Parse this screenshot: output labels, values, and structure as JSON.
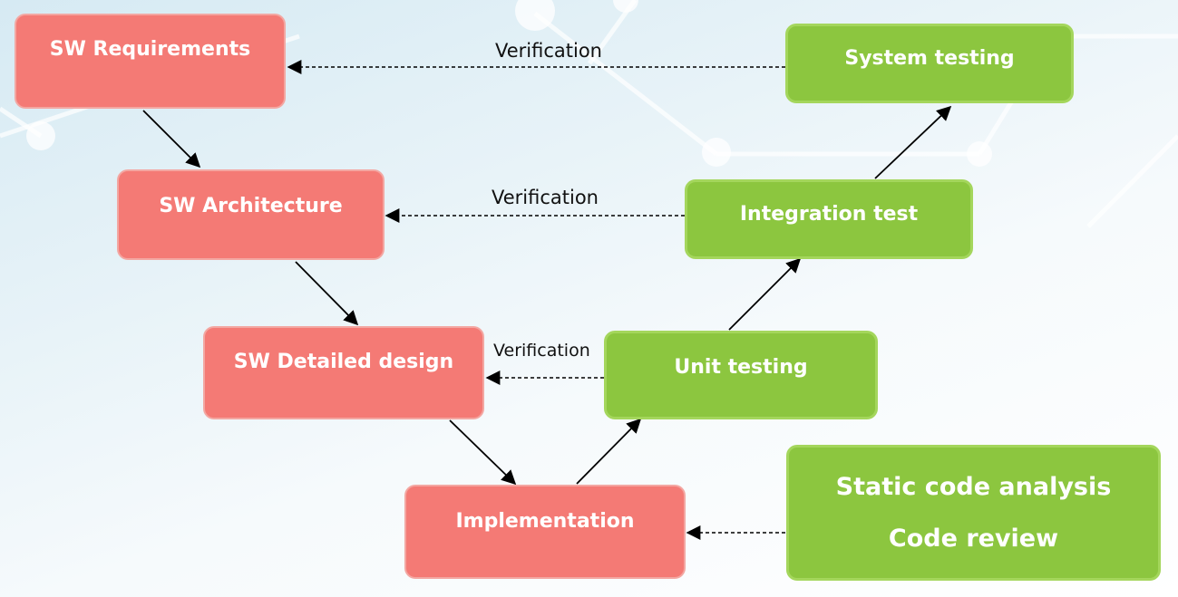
{
  "colors": {
    "development_box": "#f47a75",
    "testing_box": "#8cc63f",
    "arrow": "#000000"
  },
  "development": [
    {
      "label": "SW Requirements"
    },
    {
      "label": "SW Architecture"
    },
    {
      "label": "SW Detailed design"
    },
    {
      "label": "Implementation"
    }
  ],
  "testing": [
    {
      "label": "System testing"
    },
    {
      "label": "Integration test"
    },
    {
      "label": "Unit testing"
    }
  ],
  "static_checks": {
    "line1": "Static code analysis",
    "line2": "Code review"
  },
  "verification_labels": [
    "Verification",
    "Verification",
    "Verification"
  ]
}
